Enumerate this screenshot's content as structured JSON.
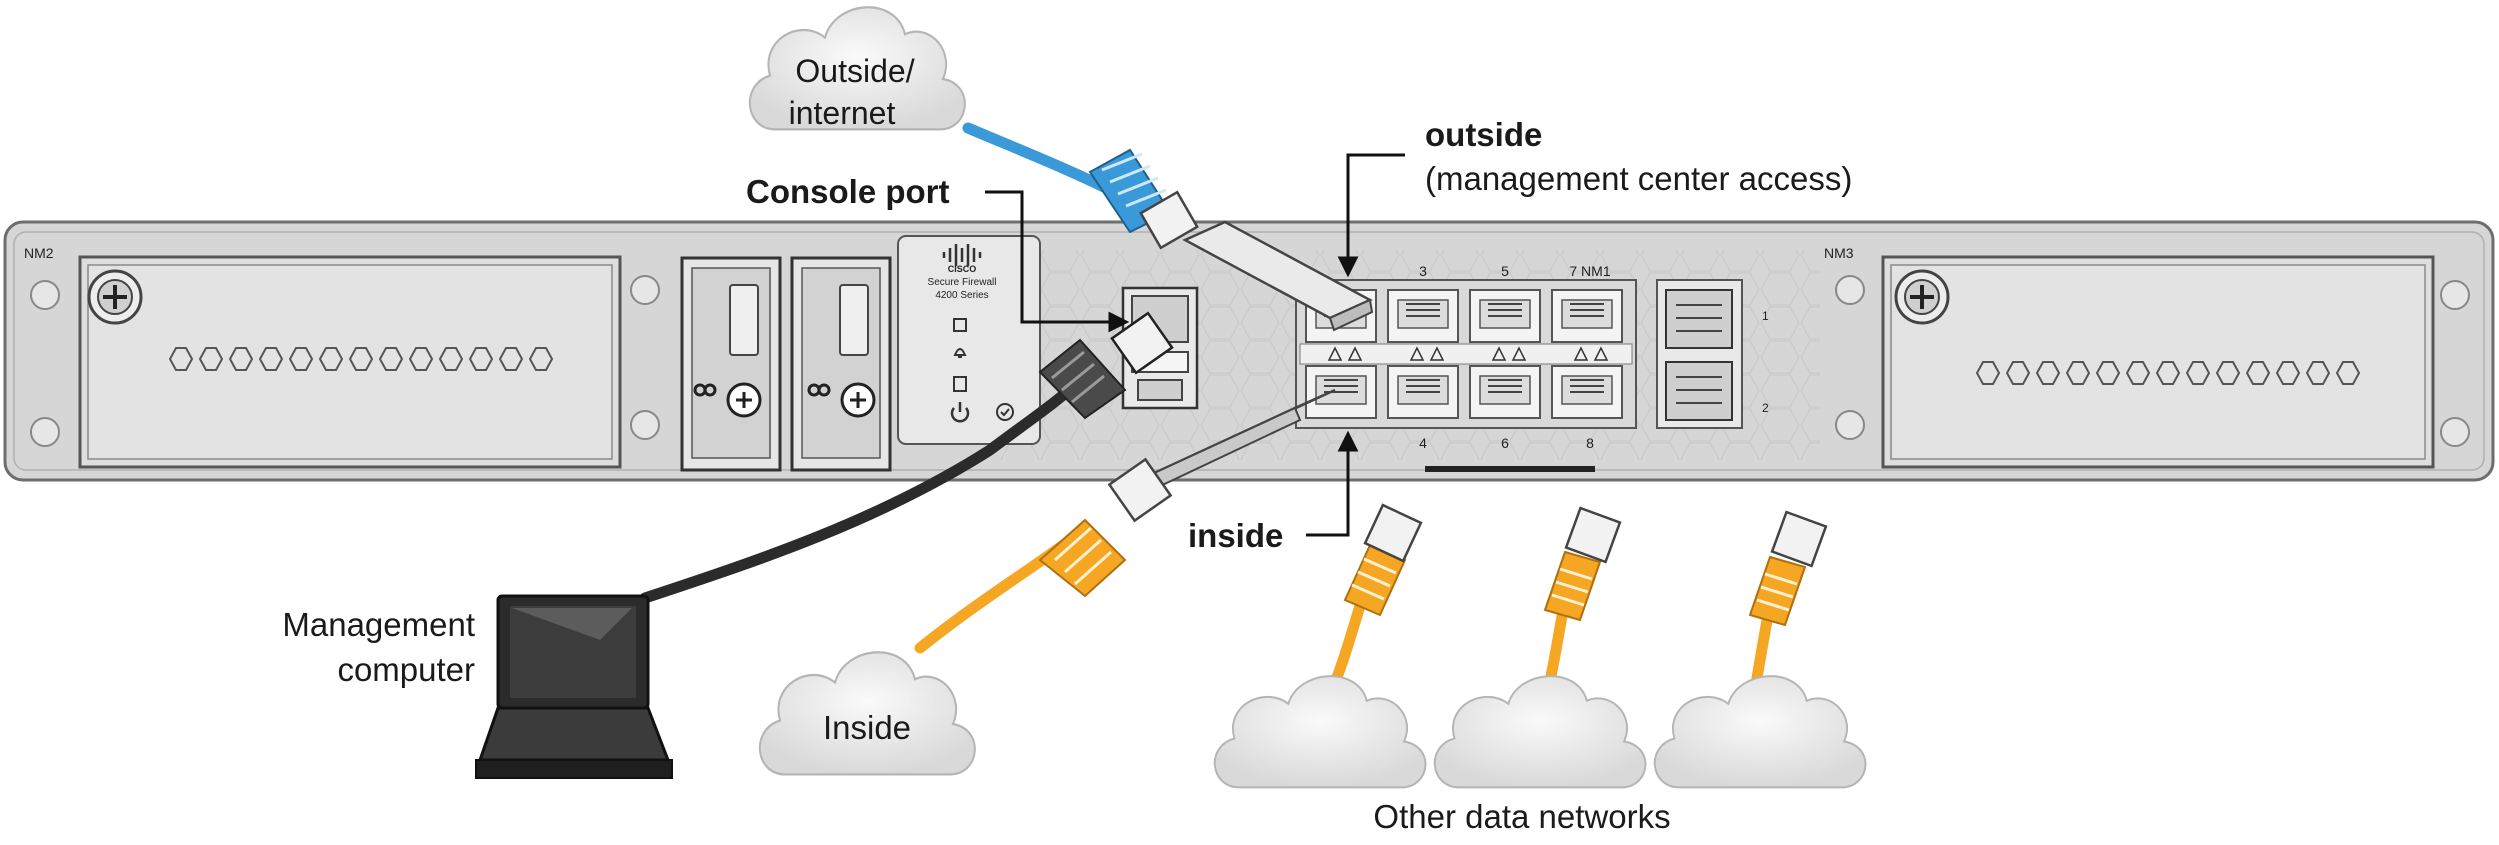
{
  "labels": {
    "outside_internet_line1": "Outside/",
    "outside_internet_line2": "internet",
    "console_port": "Console port",
    "outside_title": "outside",
    "outside_subtitle": "(management center access)",
    "inside_port": "inside",
    "management_line1": "Management",
    "management_line2": "computer",
    "inside_cloud": "Inside",
    "other_networks": "Other data networks"
  },
  "chassis": {
    "left_slot": "NM2",
    "right_slot": "NM3",
    "nm1_label": "7 NM1",
    "port_top_3": "3",
    "port_top_5": "5",
    "port_bottom_4": "4",
    "port_bottom_6": "6",
    "port_bottom_8": "8",
    "logo_brand": "CISCO",
    "logo_line1": "Secure Firewall",
    "logo_line2": "4200 Series",
    "sfp_1": "1",
    "sfp_2": "2"
  },
  "colors": {
    "outside_cable": "#3a9ad9",
    "console_cable": "#4a4a4a",
    "inside_cable": "#f5a623",
    "chassis_fill": "#d6d6d6",
    "cloud_fill": "#ededed"
  },
  "icons": [
    "cloud-icon",
    "laptop-icon",
    "ethernet-connector-icon",
    "sfp-transceiver-icon",
    "screw-knob-icon"
  ]
}
